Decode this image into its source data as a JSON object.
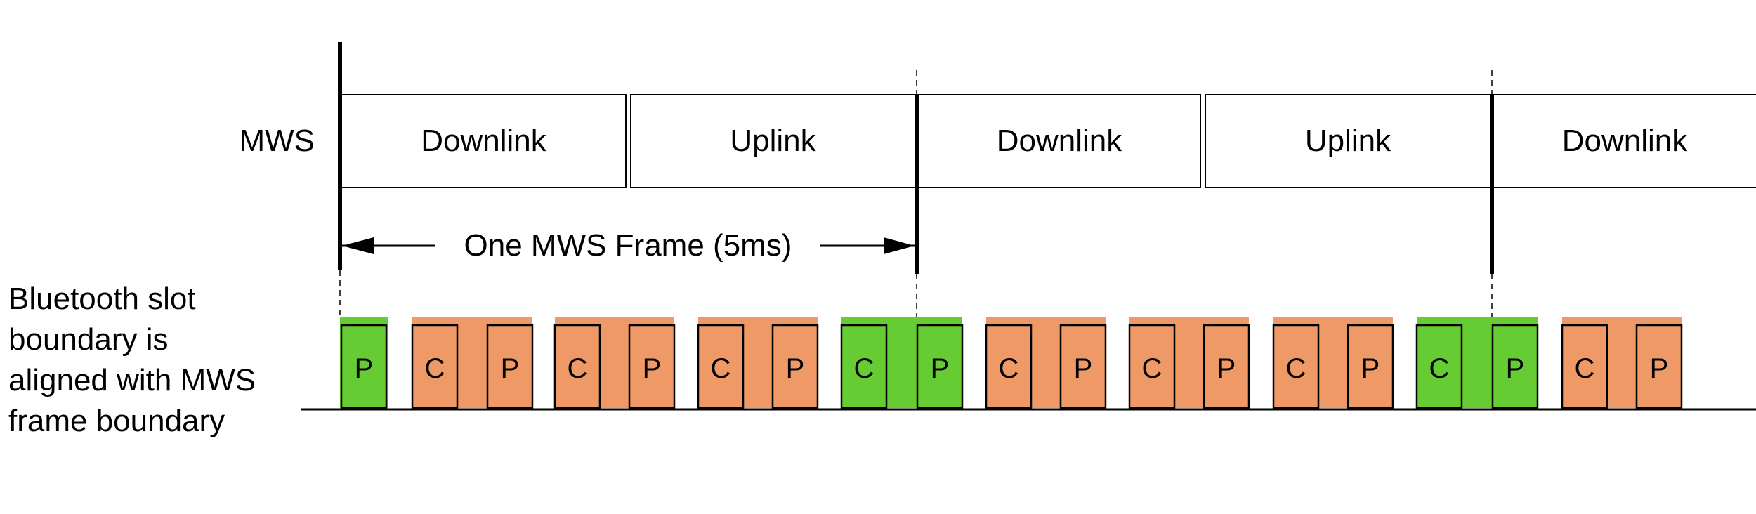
{
  "labels": {
    "mws": "MWS",
    "frame": "One MWS Frame (5ms)",
    "note_lines": [
      "Bluetooth slot",
      "boundary is",
      "aligned with MWS",
      "frame boundary"
    ]
  },
  "mws_segments": [
    "Downlink",
    "Uplink",
    "Downlink",
    "Uplink",
    "Downlink"
  ],
  "bt_slots": [
    {
      "type": "P",
      "status": "green"
    },
    {
      "type": "C",
      "status": "orange"
    },
    {
      "type": "P",
      "status": "orange"
    },
    {
      "type": "C",
      "status": "orange"
    },
    {
      "type": "P",
      "status": "orange"
    },
    {
      "type": "C",
      "status": "orange"
    },
    {
      "type": "P",
      "status": "orange"
    },
    {
      "type": "C",
      "status": "green"
    },
    {
      "type": "P",
      "status": "green"
    },
    {
      "type": "C",
      "status": "orange"
    },
    {
      "type": "P",
      "status": "orange"
    },
    {
      "type": "C",
      "status": "orange"
    },
    {
      "type": "P",
      "status": "orange"
    },
    {
      "type": "C",
      "status": "orange"
    },
    {
      "type": "P",
      "status": "orange"
    },
    {
      "type": "C",
      "status": "green"
    },
    {
      "type": "P",
      "status": "green"
    },
    {
      "type": "C",
      "status": "orange"
    },
    {
      "type": "P",
      "status": "orange"
    }
  ],
  "colors": {
    "green": "#66cc33",
    "orange": "#ee9966",
    "line": "#000000"
  }
}
